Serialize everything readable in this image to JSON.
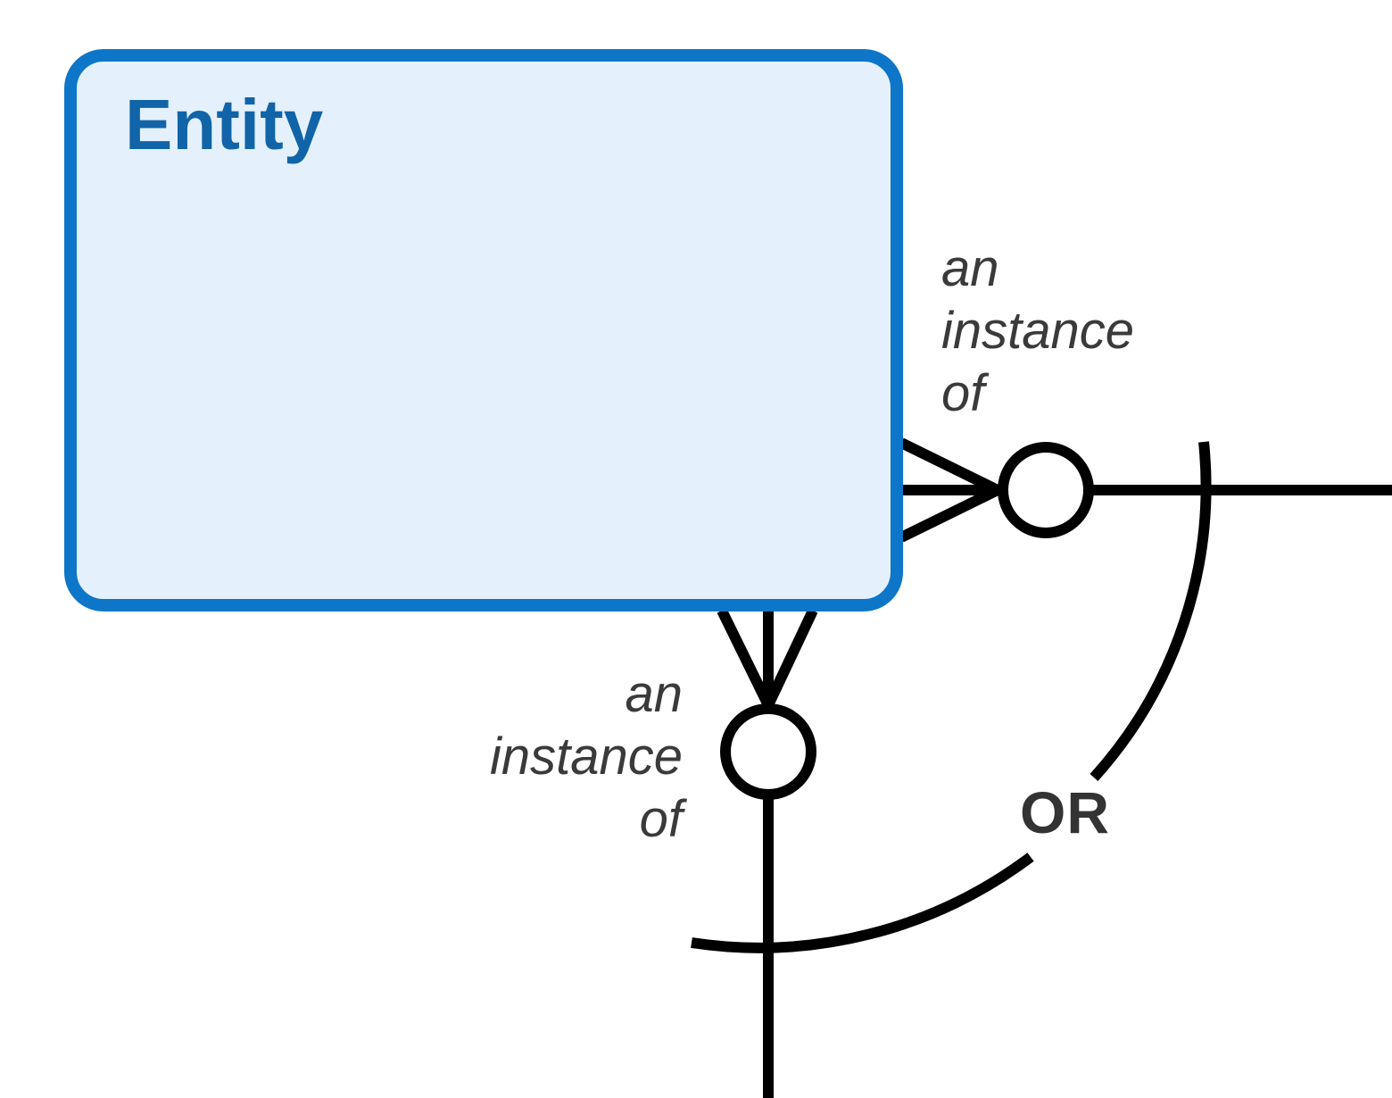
{
  "entity": {
    "title": "Entity"
  },
  "labels": {
    "right_instance": {
      "lines": [
        "an",
        "instance",
        "of"
      ]
    },
    "bottom_instance": {
      "lines": [
        "an",
        "instance",
        "of"
      ]
    },
    "or": "OR"
  },
  "icons": {
    "right_connector": "crowsfoot-many-optional-icon",
    "bottom_connector": "crowsfoot-many-optional-icon",
    "constraint": "or-arc-icon"
  },
  "colors": {
    "entity_fill": "#e4f1fc",
    "entity_border": "#0e76c8",
    "entity_title_text": "#1164a8",
    "connector_stroke": "#000000",
    "label_text": "#3a3a3a",
    "or_text": "#333333",
    "background": "#ffffff"
  }
}
